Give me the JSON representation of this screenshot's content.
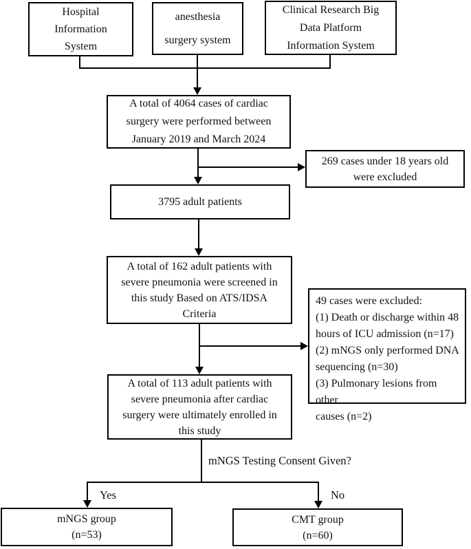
{
  "diagram": {
    "type": "patient-flowchart",
    "nodes": {
      "hospital": {
        "text": "Hospital\nInformation\nSystem"
      },
      "anesthesia": {
        "text": "anesthesia\nsurgery system"
      },
      "clinical": {
        "text": "Clinical Research Big\nData Platform\nInformation System"
      },
      "total_4064": {
        "text": "A total of 4064 cases of cardiac\nsurgery were performed between\nJanuary 2019 and March 2024"
      },
      "excluded_269": {
        "text": "269 cases under 18 years old\nwere excluded"
      },
      "adult_3795": {
        "text": "3795 adult patients"
      },
      "screened_162": {
        "text": "A total of 162 adult patients with\nsevere pneumonia were screened in\nthis study Based on ATS/IDSA\nCriteria"
      },
      "excluded_49": {
        "text": "49 cases were excluded:\n(1) Death or discharge within 48\nhours of ICU admission (n=17)\n(2) mNGS only performed DNA\nsequencing (n=30)\n(3) Pulmonary lesions from other\ncauses (n=2)"
      },
      "enrolled_113": {
        "text": "A total of 113 adult patients with\nsevere pneumonia after cardiac\nsurgery were ultimately enrolled in\nthis study"
      },
      "mngs_group": {
        "text": "mNGS group\n(n=53)"
      },
      "cmt_group": {
        "text": "CMT group\n(n=60)"
      }
    },
    "labels": {
      "consent_question": "mNGS Testing Consent Given?",
      "yes": "Yes",
      "no": "No"
    },
    "colors": {
      "line": "#000000",
      "background": "#ffffff",
      "text": "#111111"
    }
  }
}
